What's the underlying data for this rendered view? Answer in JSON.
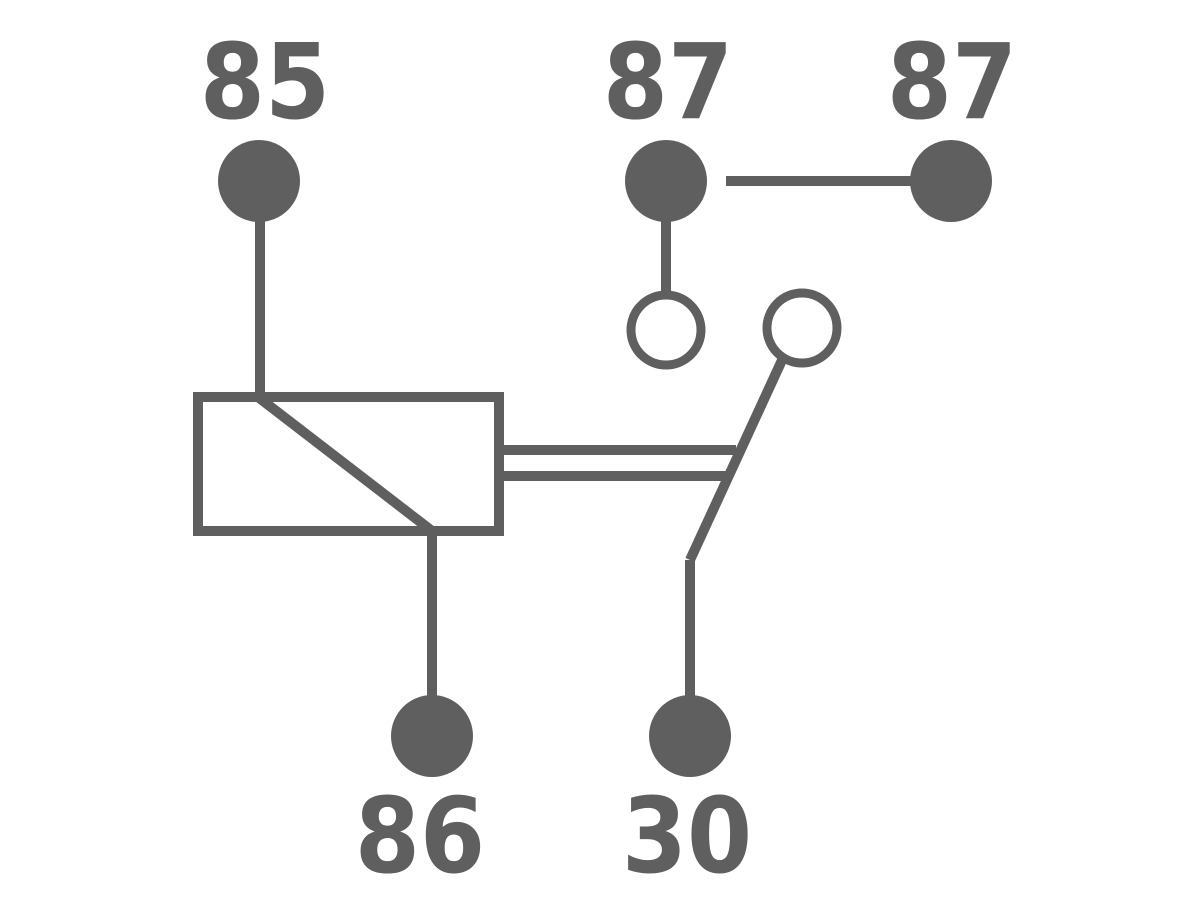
{
  "diagram": {
    "pins": [
      {
        "id": "pin-85",
        "label": "85"
      },
      {
        "id": "pin-87",
        "label": "87"
      },
      {
        "id": "pin-87b",
        "label": "87"
      },
      {
        "id": "pin-86",
        "label": "86"
      },
      {
        "id": "pin-30",
        "label": "30"
      }
    ],
    "colors": {
      "line": "#5f5f5f",
      "fill": "#5f5f5f",
      "background": "#ffffff"
    }
  }
}
